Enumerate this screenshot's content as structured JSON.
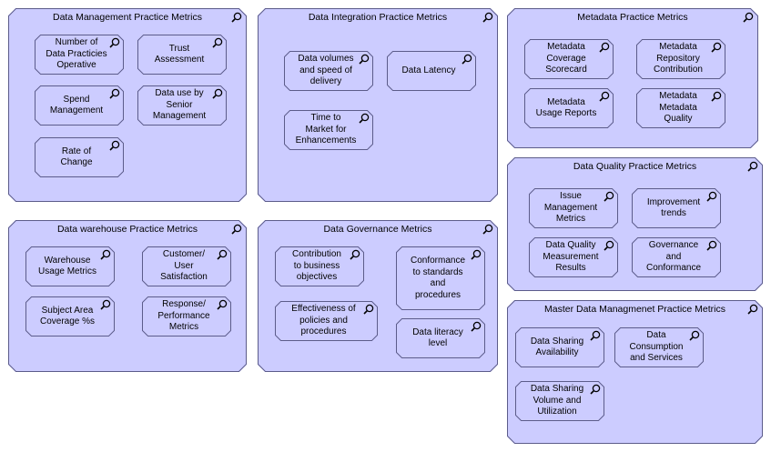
{
  "groups": {
    "data_management": {
      "title": "Data Management Practice Metrics",
      "items": [
        "Number of\nData Practicies\nOperative",
        "Trust\nAssessment",
        "Spend\nManagement",
        "Data use by\nSenior\nManagement",
        "Rate of\nChange"
      ]
    },
    "data_integration": {
      "title": "Data Integration Practice Metrics",
      "items": [
        "Data volumes\nand speed of\ndelivery",
        "Data Latency",
        "Time to\nMarket for\nEnhancements"
      ]
    },
    "metadata": {
      "title": "Metadata Practice Metrics",
      "items": [
        "Metadata\nCoverage\nScorecard",
        "Metadata\nRepository\nContribution",
        "Metadata\nUsage Reports",
        "Metadata\nMetadata\nQuality"
      ]
    },
    "data_quality": {
      "title": "Data Quality Practice Metrics",
      "items": [
        "Issue\nManagement\nMetrics",
        "Improvement\ntrends",
        "Data Quality\nMeasurement\nResults",
        "Governance\nand\nConformance"
      ]
    },
    "data_warehouse": {
      "title": "Data warehouse Practice Metrics",
      "items": [
        "Warehouse\nUsage Metrics",
        "Customer/\nUser\nSatisfaction",
        "Subject Area\nCoverage %s",
        "Response/\nPerformance\nMetrics"
      ]
    },
    "data_governance": {
      "title": "Data Governance Metrics",
      "items": [
        "Contribution\nto business\nobjectives",
        "Conformance\nto standards\nand\nprocedures",
        "Effectiveness of\npolicies and\nprocedures",
        "Data literacy\nlevel"
      ]
    },
    "master_data": {
      "title": "Master Data Managmenet Practice Metrics",
      "items": [
        "Data Sharing\nAvailability",
        "Data\nConsumption\nand Services",
        "Data Sharing\nVolume and\nUtilization"
      ]
    }
  },
  "icon_name": "magnifier-icon",
  "colors": {
    "fill": "#ccccff",
    "stroke": "#5c5c8a"
  }
}
